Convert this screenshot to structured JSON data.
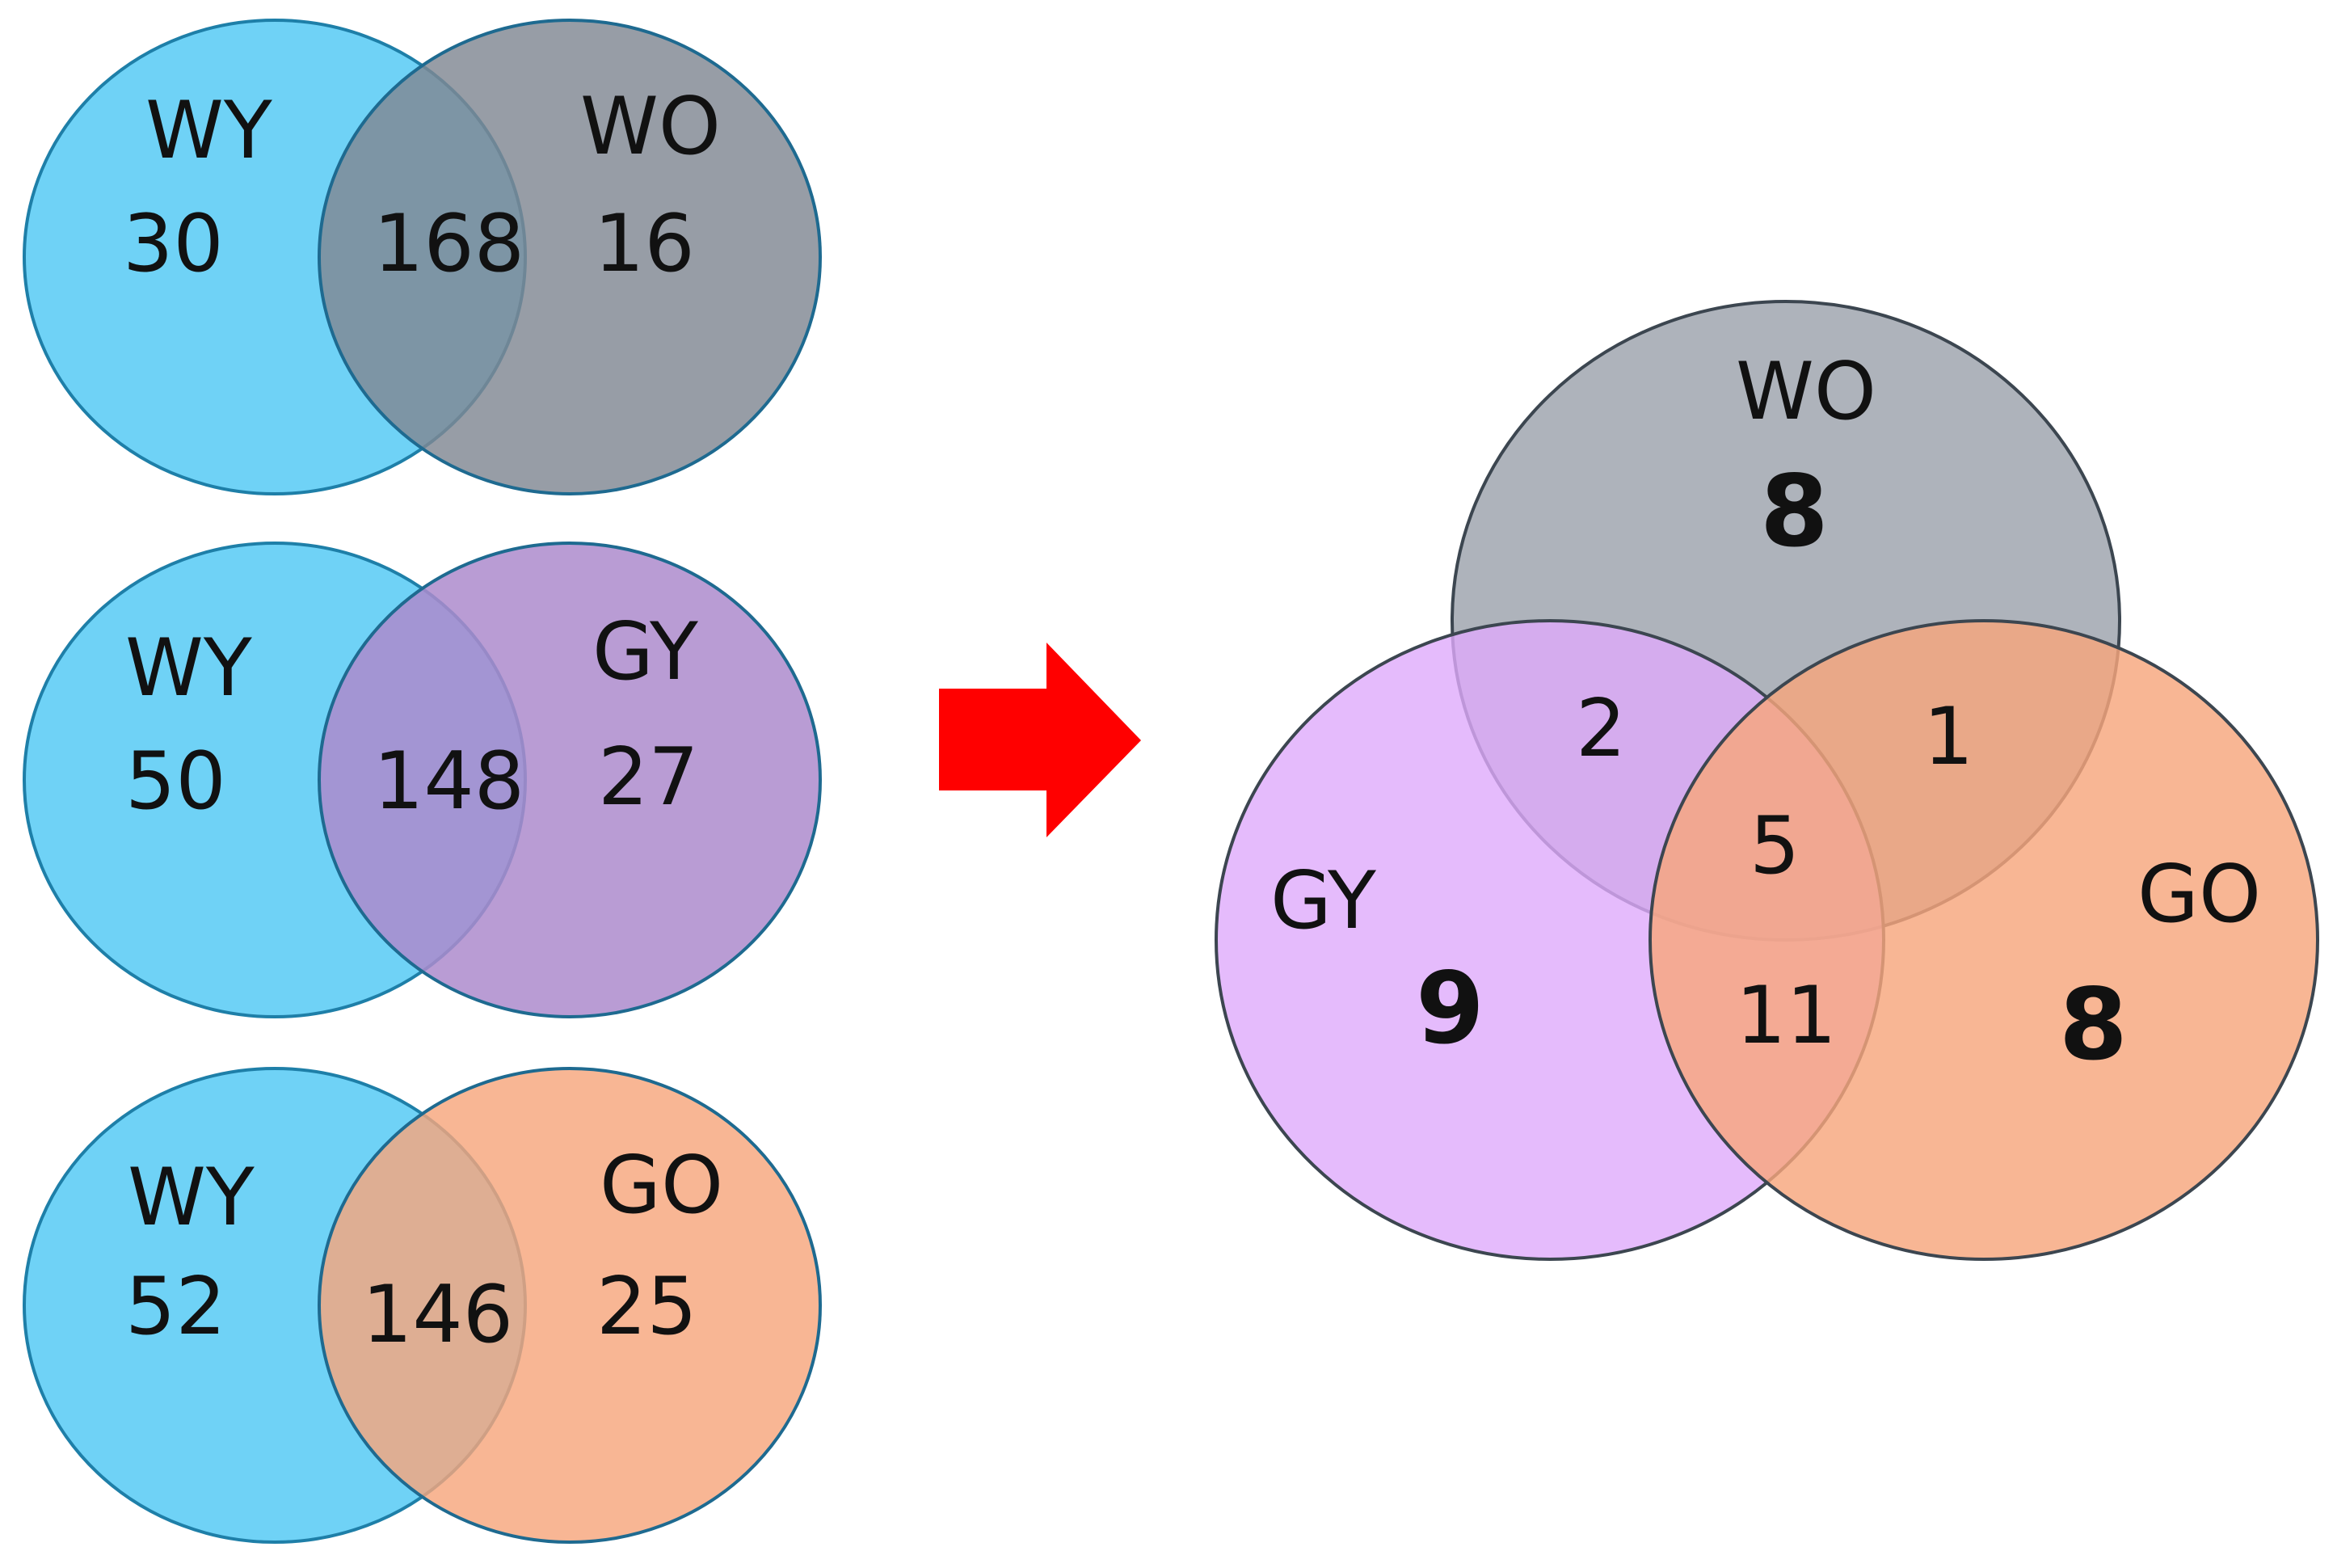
{
  "colors": {
    "WY": "#5fcdf5",
    "WO": "#808893",
    "GY": "#ad8bcc",
    "GO": "#f6a67d",
    "WO_three": "#a3a9b2",
    "GY_three": "#deaafb",
    "GO_three": "#f6a67d",
    "arrow": "#ff0000"
  },
  "pairwise": [
    {
      "left_label": "WY",
      "right_label": "WO",
      "left_only": "30",
      "overlap": "168",
      "right_only": "16"
    },
    {
      "left_label": "WY",
      "right_label": "GY",
      "left_only": "50",
      "overlap": "148",
      "right_only": "27"
    },
    {
      "left_label": "WY",
      "right_label": "GO",
      "left_only": "52",
      "overlap": "146",
      "right_only": "25"
    }
  ],
  "three_way": {
    "labels": {
      "WO": "WO",
      "GY": "GY",
      "GO": "GO"
    },
    "only_WO": "8",
    "only_GY": "9",
    "only_GO": "8",
    "WO_GY": "2",
    "WO_GO": "1",
    "GY_GO": "11",
    "all_three": "5"
  }
}
